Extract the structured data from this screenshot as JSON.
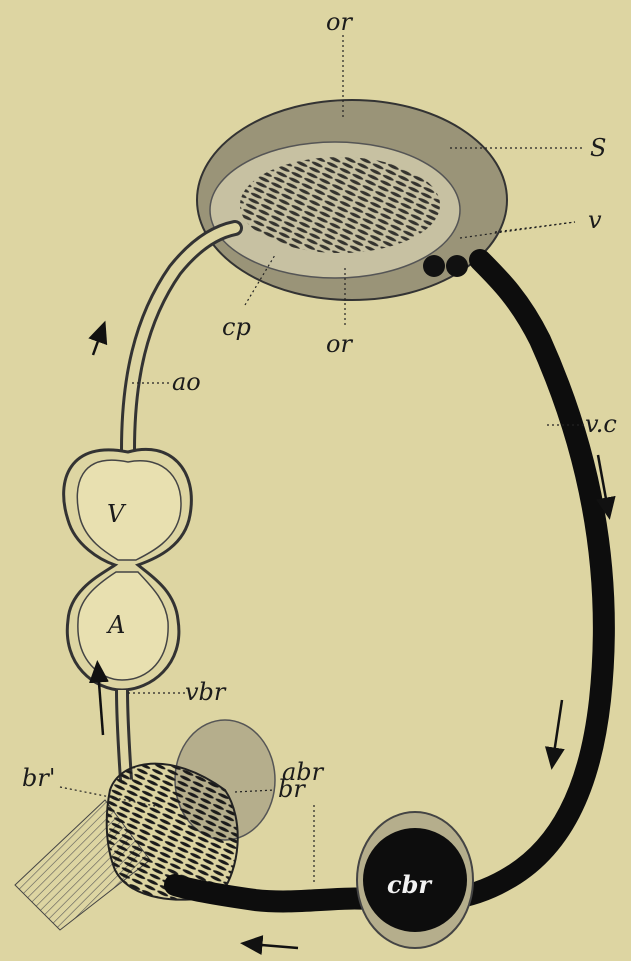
{
  "figure": {
    "labels": {
      "or_top": "or",
      "s": "S",
      "v": "v",
      "cp": "cp",
      "or_bottom": "or",
      "ao": "ao",
      "vc": "v.c",
      "ventricle": "V",
      "atrium": "A",
      "vbr": "vbr",
      "br_prime": "br'",
      "br": "br",
      "abr": "abr",
      "cbr": "cbr"
    },
    "colors": {
      "background": "#ddd5a2",
      "ink": "#111111",
      "organ_fill": "#9a9478",
      "organ_inner": "#c7c1a2",
      "vessel_dark": "#0d0d0d"
    },
    "arrows": [
      "up-left-vessel",
      "down-right-upper",
      "down-right-lower",
      "up-lower-left",
      "left-bottom"
    ]
  }
}
